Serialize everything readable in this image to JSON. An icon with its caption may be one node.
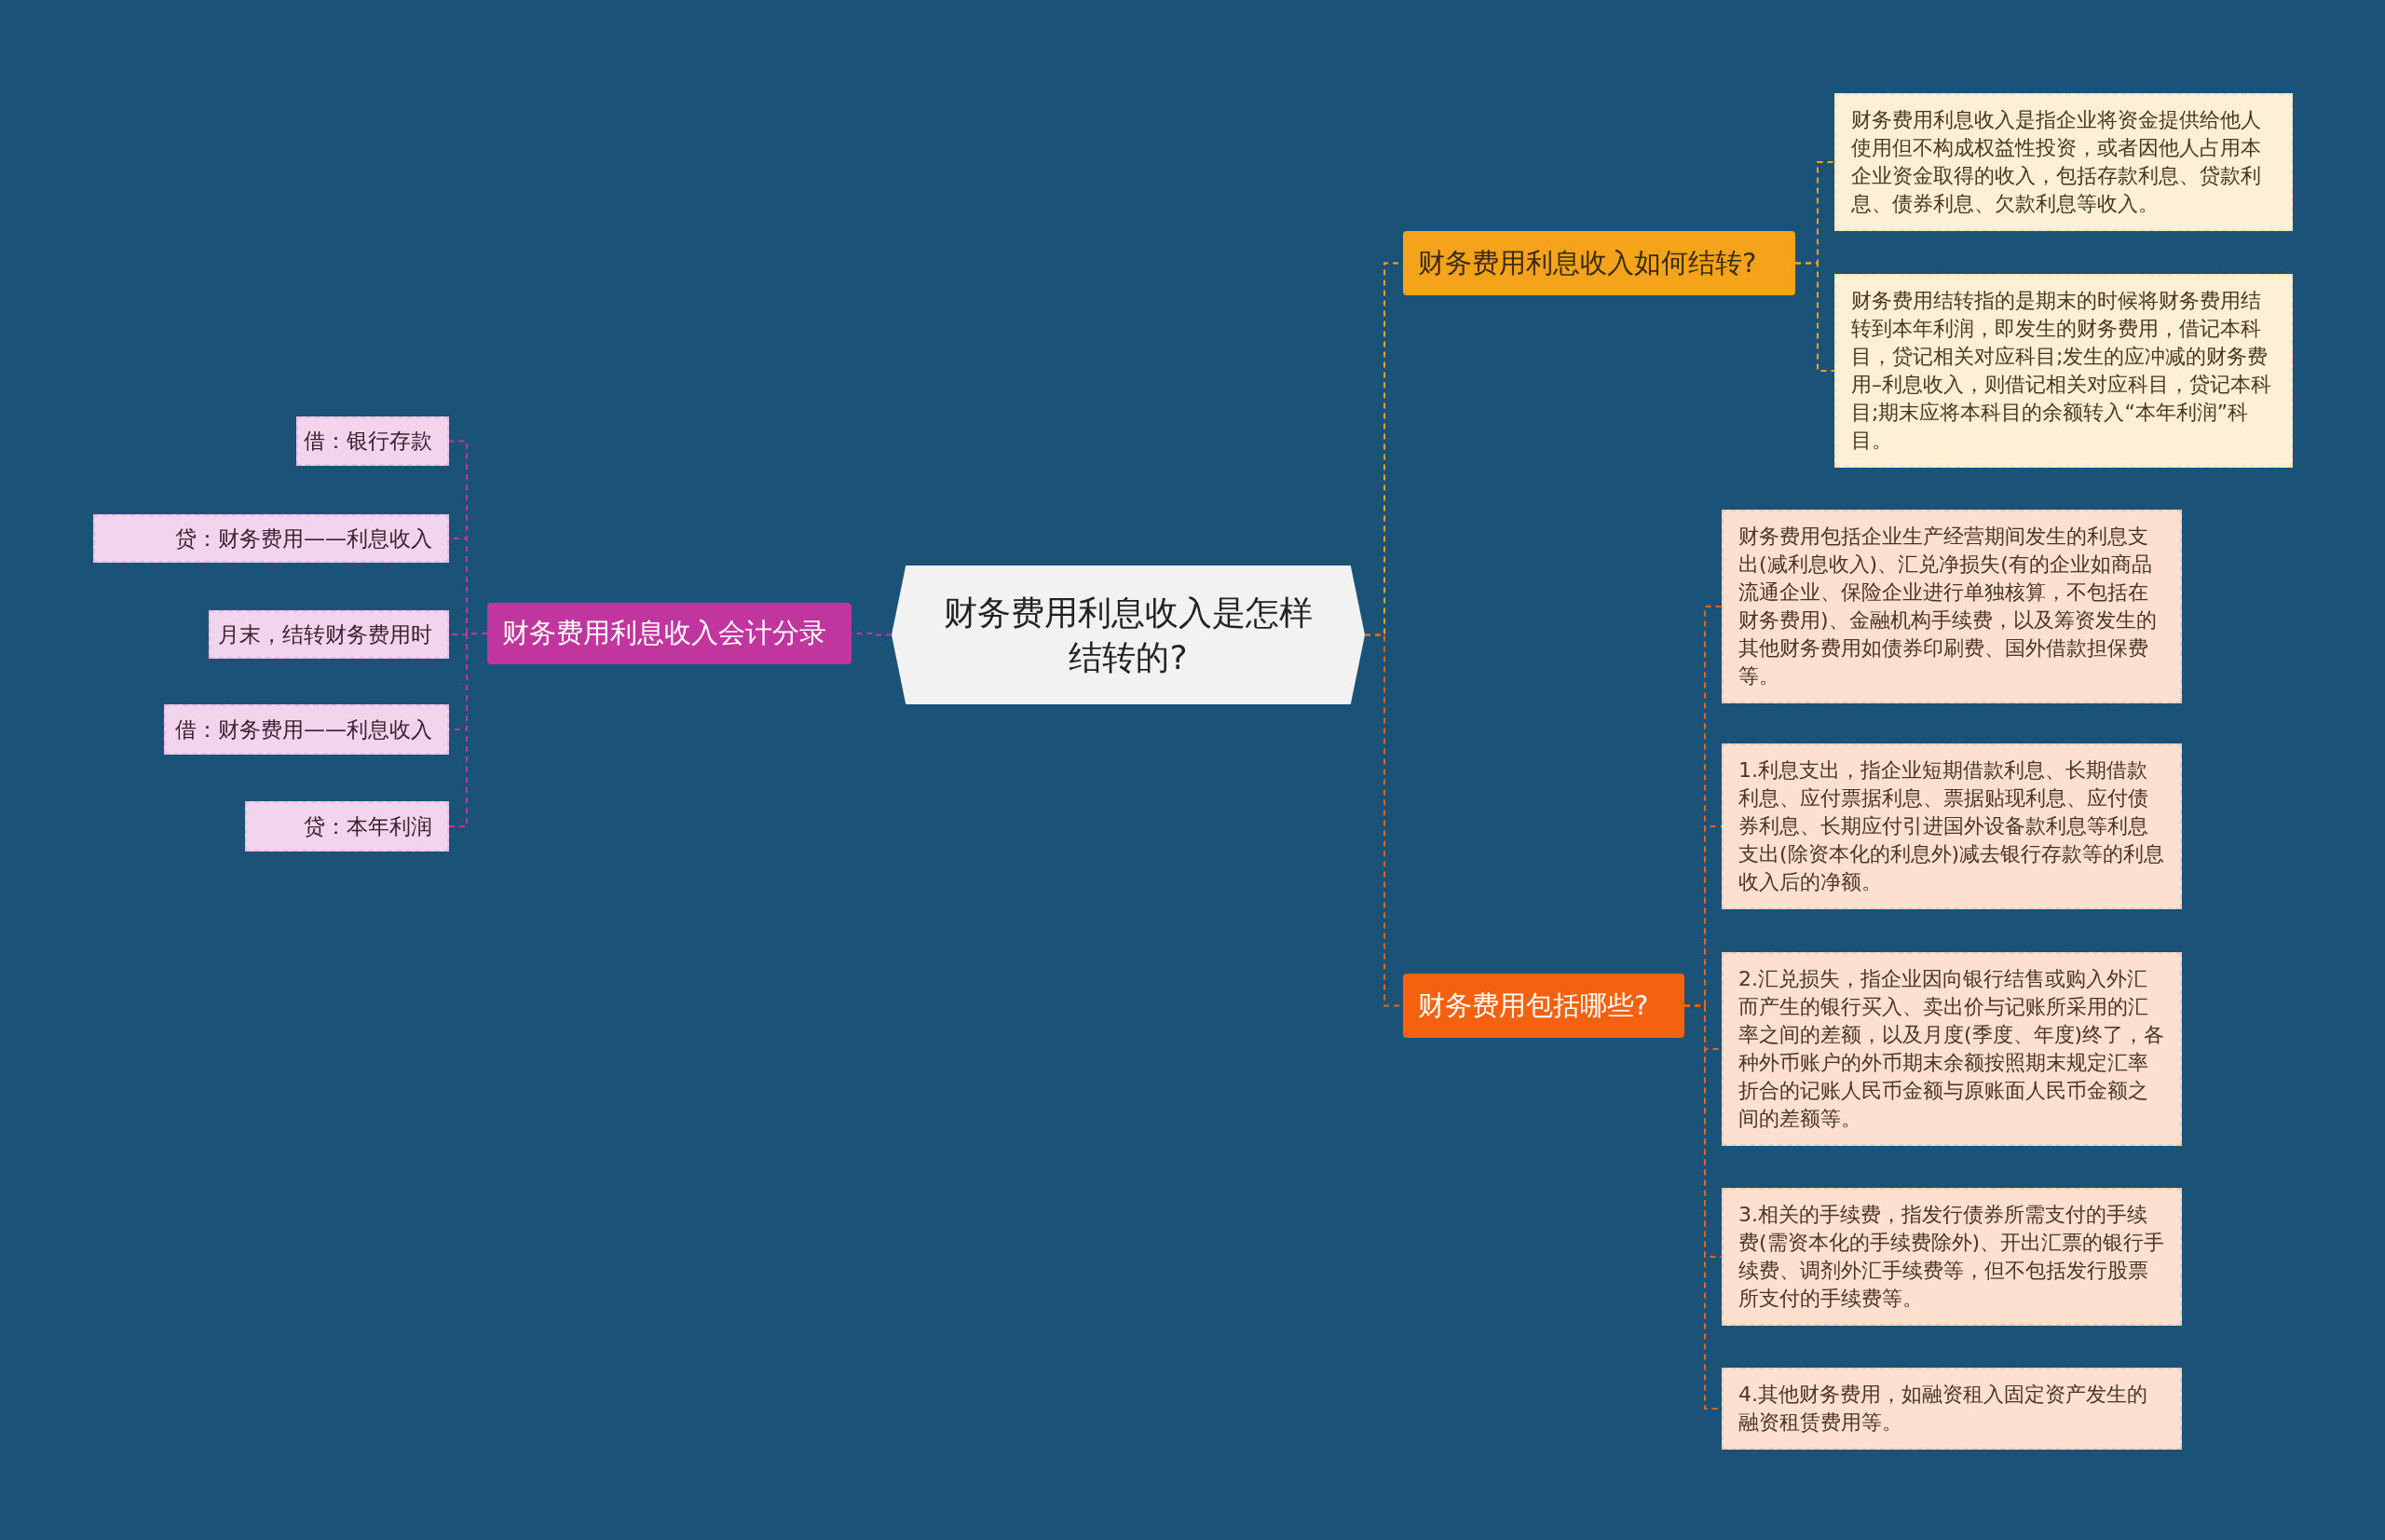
{
  "diagram": {
    "nodes": [
      {
        "text": [
          "财务费用利息收入是怎样结转的?"
        ]
      },
      {
        "text": [
          "财务费用利息收入如何结转?"
        ]
      },
      {
        "text": [
          "财务费用利息收入是指企业将资金提供给他人使用但不构成权益性投资，或者因他人占用本企业资金取得的收入，包括存款利息、贷款利息、债券利息、欠款利息等收入。"
        ]
      },
      {
        "text": [
          "财务费用结转指的是期末的时候将财务费用结转到本年利润，即发生的财务费用，借记本科目，贷记相关对应科目;发生的应冲减的财务费用–利息收入，则借记相关对应科目，贷记本科目;期末应将本科目的余额转入“本年利润”科目。"
        ]
      },
      {
        "text": [
          "财务费用包括哪些?"
        ]
      },
      {
        "text": [
          "财务费用包括企业生产经营期间发生的利息支出(减利息收入)、汇兑净损失(有的企业如商品流通企业、保险企业进行单独核算，不包括在财务费用)、金融机构手续费，以及筹资发生的其他财务费用如债券印刷费、国外借款担保费等。"
        ]
      },
      {
        "text": [
          "1.利息支出，指企业短期借款利息、长期借款利息、应付票据利息、票据贴现利息、应付债券利息、长期应付引进国外设备款利息等利息支出(除资本化的利息外)减去银行存款等的利息收入后的净额。"
        ]
      },
      {
        "text": [
          "2.汇兑损失，指企业因向银行结售或购入外汇而产生的银行买入、卖出价与记账所采用的汇率之间的差额，以及月度(季度、年度)终了，各种外币账户的外币期末余额按照期末规定汇率折合的记账人民币金额与原账面人民币金额之间的差额等。"
        ]
      },
      {
        "text": [
          "3.相关的手续费，指发行债券所需支付的手续费(需资本化的手续费除外)、开出汇票的银行手续费、调剂外汇手续费等，但不包括发行股票所支付的手续费等。"
        ]
      },
      {
        "text": [
          "4.其他财务费用，如融资租入固定资产发生的融资租赁费用等。"
        ]
      },
      {
        "text": [
          "财务费用利息收入会计分录"
        ]
      },
      {
        "text": [
          "借：银行存款"
        ]
      },
      {
        "text": [
          "贷：财务费用——利息收入"
        ]
      },
      {
        "text": [
          "月末，结转财务费用时"
        ]
      },
      {
        "text": [
          "借：财务费用——利息收入"
        ]
      },
      {
        "text": [
          "贷：本年利润"
        ]
      }
    ],
    "edges": [
      {
        "from": 0,
        "to": 1,
        "arrow": "none",
        "style": "dashed",
        "color": "#f5a31a"
      },
      {
        "from": 1,
        "to": 2,
        "arrow": "none",
        "style": "dashed",
        "color": "#f5a31a"
      },
      {
        "from": 1,
        "to": 3,
        "arrow": "none",
        "style": "dashed",
        "color": "#f5a31a"
      },
      {
        "from": 0,
        "to": 4,
        "arrow": "none",
        "style": "dashed",
        "color": "#f5620f"
      },
      {
        "from": 4,
        "to": 5,
        "arrow": "none",
        "style": "dashed",
        "color": "#f5620f"
      },
      {
        "from": 4,
        "to": 6,
        "arrow": "none",
        "style": "dashed",
        "color": "#f5620f"
      },
      {
        "from": 4,
        "to": 7,
        "arrow": "none",
        "style": "dashed",
        "color": "#f5620f"
      },
      {
        "from": 4,
        "to": 8,
        "arrow": "none",
        "style": "dashed",
        "color": "#f5620f"
      },
      {
        "from": 4,
        "to": 9,
        "arrow": "none",
        "style": "dashed",
        "color": "#f5620f"
      },
      {
        "from": 0,
        "to": 10,
        "arrow": "none",
        "style": "dashed",
        "color": "#c0359e"
      },
      {
        "from": 10,
        "to": 11,
        "arrow": "none",
        "style": "dashed",
        "color": "#c0359e"
      },
      {
        "from": 10,
        "to": 12,
        "arrow": "none",
        "style": "dashed",
        "color": "#c0359e"
      },
      {
        "from": 10,
        "to": 13,
        "arrow": "none",
        "style": "dashed",
        "color": "#c0359e"
      },
      {
        "from": 10,
        "to": 14,
        "arrow": "none",
        "style": "dashed",
        "color": "#c0359e"
      },
      {
        "from": 10,
        "to": 15,
        "arrow": "none",
        "style": "dashed",
        "color": "#c0359e"
      }
    ]
  }
}
